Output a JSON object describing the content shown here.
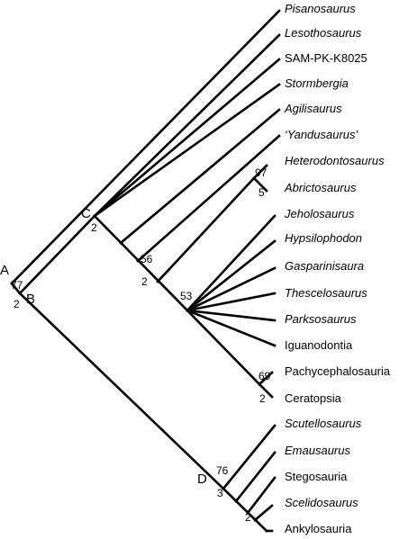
{
  "taxa": [
    {
      "name": "Pisanosaurus",
      "italic": true
    },
    {
      "name": "Lesothosaurus",
      "italic": true
    },
    {
      "name": "SAM-PK-K8025",
      "italic": false
    },
    {
      "name": "Stormbergia",
      "italic": true
    },
    {
      "name": "Agilisaurus",
      "italic": true
    },
    {
      "name": "‘Yandusaurus’",
      "italic": true
    },
    {
      "name": "Heterodontosaurus",
      "italic": true
    },
    {
      "name": "Abrictosaurus",
      "italic": true
    },
    {
      "name": "Jeholosaurus",
      "italic": true
    },
    {
      "name": "Hypsilophodon",
      "italic": true
    },
    {
      "name": "Gasparinisaura",
      "italic": true
    },
    {
      "name": "Thescelosaurus",
      "italic": true
    },
    {
      "name": "Parksosaurus",
      "italic": true
    },
    {
      "name": "Iguanodontia",
      "italic": false
    },
    {
      "name": "Pachycephalosauria",
      "italic": false
    },
    {
      "name": "Ceratopsia",
      "italic": false
    },
    {
      "name": "Scutellosaurus",
      "italic": true
    },
    {
      "name": "Emausaurus",
      "italic": true
    },
    {
      "name": "Stegosauria",
      "italic": false
    },
    {
      "name": "Scelidosaurus",
      "italic": true
    },
    {
      "name": "Ankylosauria",
      "italic": false
    }
  ],
  "node_labels": {
    "A": "A",
    "B": "B",
    "C": "C",
    "D": "D"
  },
  "support": {
    "A_upper": "77",
    "B_lower": "2",
    "C_lower": "2",
    "n56_upper": "56",
    "n56_lower": "2",
    "n53_upper": "53",
    "het_abr_upper": "97",
    "het_abr_lower": "5",
    "pach_cer_upper": "69",
    "pach_cer_lower": "2",
    "D_upper": "76",
    "D_lower": "3",
    "scel_ank_lower": "2"
  }
}
